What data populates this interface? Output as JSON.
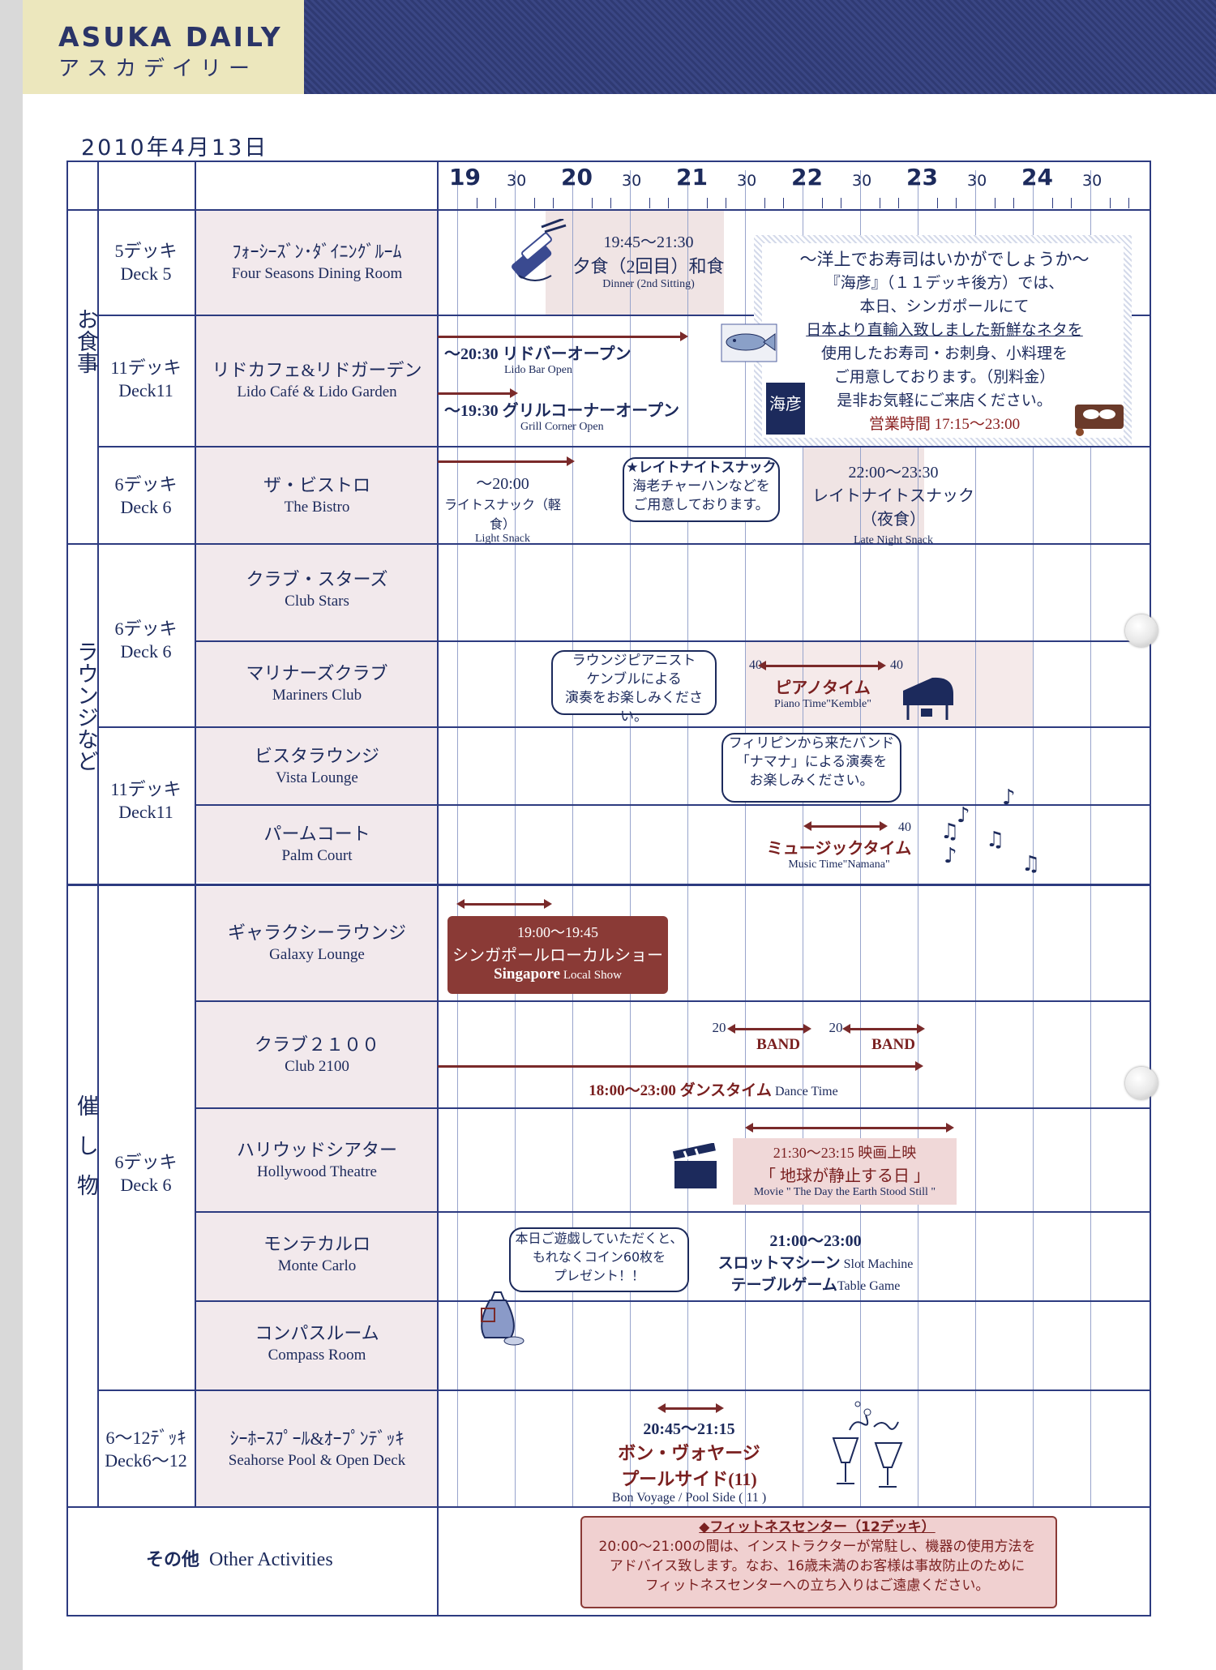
{
  "header": {
    "brand_en": "ASUKA DAILY",
    "brand_jp": "アスカデイリー",
    "date": "2010年4月13日"
  },
  "timeline": {
    "hours": [
      "19",
      "20",
      "21",
      "22",
      "23",
      "24"
    ],
    "half_label": "30"
  },
  "categories": {
    "dining": "お食事",
    "lounge": "ラウンジなど",
    "events": "催し物"
  },
  "decks": {
    "d5": {
      "jp": "5デッキ",
      "en": "Deck 5"
    },
    "d11a": {
      "jp": "11デッキ",
      "en": "Deck11"
    },
    "d6a": {
      "jp": "6デッキ",
      "en": "Deck 6"
    },
    "d6b": {
      "jp": "6デッキ",
      "en": "Deck 6"
    },
    "d11b": {
      "jp": "11デッキ",
      "en": "Deck11"
    },
    "d6c": {
      "jp": "6デッキ",
      "en": "Deck 6"
    },
    "d612": {
      "jp": "6～12ﾃﾞｯｷ",
      "en": "Deck6～12"
    }
  },
  "venues": {
    "four_seasons": {
      "jp": "ﾌｫｰｼｰｽﾞﾝ･ﾀﾞｲﾆﾝｸﾞﾙｰﾑ",
      "en": "Four Seasons Dining Room"
    },
    "lido": {
      "jp": "リドカフェ&リドガーデン",
      "en": "Lido Café & Lido Garden"
    },
    "bistro": {
      "jp": "ザ・ビストロ",
      "en": "The Bistro"
    },
    "club_stars": {
      "jp": "クラブ・スターズ",
      "en": "Club Stars"
    },
    "mariners": {
      "jp": "マリナーズクラブ",
      "en": "Mariners Club"
    },
    "vista": {
      "jp": "ビスタラウンジ",
      "en": "Vista Lounge"
    },
    "palm": {
      "jp": "パームコート",
      "en": "Palm Court"
    },
    "galaxy": {
      "jp": "ギャラクシーラウンジ",
      "en": "Galaxy Lounge"
    },
    "club2100": {
      "jp": "クラブ２１００",
      "en": "Club 2100"
    },
    "hollywood": {
      "jp": "ハリウッドシアター",
      "en": "Hollywood Theatre"
    },
    "monte": {
      "jp": "モンテカルロ",
      "en": "Monte Carlo"
    },
    "compass": {
      "jp": "コンパスルーム",
      "en": "Compass Room"
    },
    "seahorse": {
      "jp": "ｼｰﾎｰｽﾌﾟｰﾙ&ｵｰﾌﾟﾝﾃﾞｯｷ",
      "en": "Seahorse Pool & Open Deck"
    }
  },
  "other": {
    "jp": "その他",
    "en": "Other Activities"
  },
  "events": {
    "dinner": {
      "time": "19:45～21:30",
      "jp": "夕食（2回目）和食",
      "en": "Dinner (2nd Sitting)"
    },
    "lido_bar": {
      "jp": "～20:30  リドバーオープン",
      "en": "Lido Bar Open"
    },
    "grill": {
      "jp": "～19:30  グリルコーナーオープン",
      "en": "Grill Corner Open"
    },
    "light_snack": {
      "time": "～20:00",
      "jp": "ライトスナック（軽食）",
      "en": "Light Snack"
    },
    "late_snack": {
      "time": "22:00～23:30",
      "jp": "レイトナイトスナック（夜食）",
      "en": "Late Night Snack"
    },
    "piano": {
      "start": "40",
      "end": "40",
      "jp": "ピアノタイム",
      "en": "Piano Time\"Kemble\""
    },
    "music": {
      "end": "40",
      "jp": "ミュージックタイム",
      "en": "Music Time\"Namana\""
    },
    "galaxy_show": {
      "time": "19:00～19:45",
      "jp": "シンガポールローカルショー",
      "en_bold": "Singapore",
      "en_rest": " Local Show"
    },
    "band1": {
      "start": "20",
      "label": "BAND"
    },
    "band2": {
      "start": "20",
      "label": "BAND"
    },
    "dance": {
      "jp": "18:00～23:00  ダンスタイム",
      "en": "Dance Time"
    },
    "movie": {
      "time": "21:30～23:15  映画上映",
      "jp": "「 地球が静止する日 」",
      "en": "Movie \" The Day the Earth Stood Still \""
    },
    "slot": {
      "time": "21:00～23:00",
      "jp1": "スロットマシーン",
      "en1": "Slot Machine",
      "jp2": "テーブルゲーム",
      "en2": "Table Game"
    },
    "bon_voyage": {
      "time": "20:45～21:15",
      "jp1": "ボン・ヴォヤージ",
      "jp2": "プールサイド(11)",
      "en": "Bon Voyage / Pool Side ( 11 )"
    }
  },
  "bubbles": {
    "snack": [
      "★レイトナイトスナック",
      "海老チャーハンなどを",
      "ご用意しております。"
    ],
    "pianist": [
      "ラウンジピアニスト",
      "ケンブルによる",
      "演奏をお楽しみください。"
    ],
    "band": [
      "フィリピンから来たバンド",
      "「ナマナ」による演奏を",
      "お楽しみください。"
    ],
    "coin": [
      "本日ご遊戯していただくと、",
      "もれなくコイン60枚を",
      "プレゼント！！"
    ]
  },
  "sushi": {
    "lines": [
      "～洋上でお寿司はいかがでしょうか～",
      "『海彦』（１１デッキ後方）では、",
      "本日、シンガポールにて",
      "日本より直輸入致しました新鮮なネタを",
      "使用したお寿司・お刺身、小料理を",
      "ご用意しております。（別料金）",
      "是非お気軽にご来店ください。"
    ],
    "hours": "営業時間 17:15～23:00",
    "logo": "海彦"
  },
  "fitness": {
    "title": "◆フィットネスセンター（12デッキ）",
    "lines": [
      "20:00～21:00の間は、インストラクターが常駐し、機器の使用方法を",
      "アドバイス致します。なお、16歳未満のお客様は事故防止のために",
      "フィットネスセンターへの立ち入りはご遠慮ください。"
    ]
  }
}
